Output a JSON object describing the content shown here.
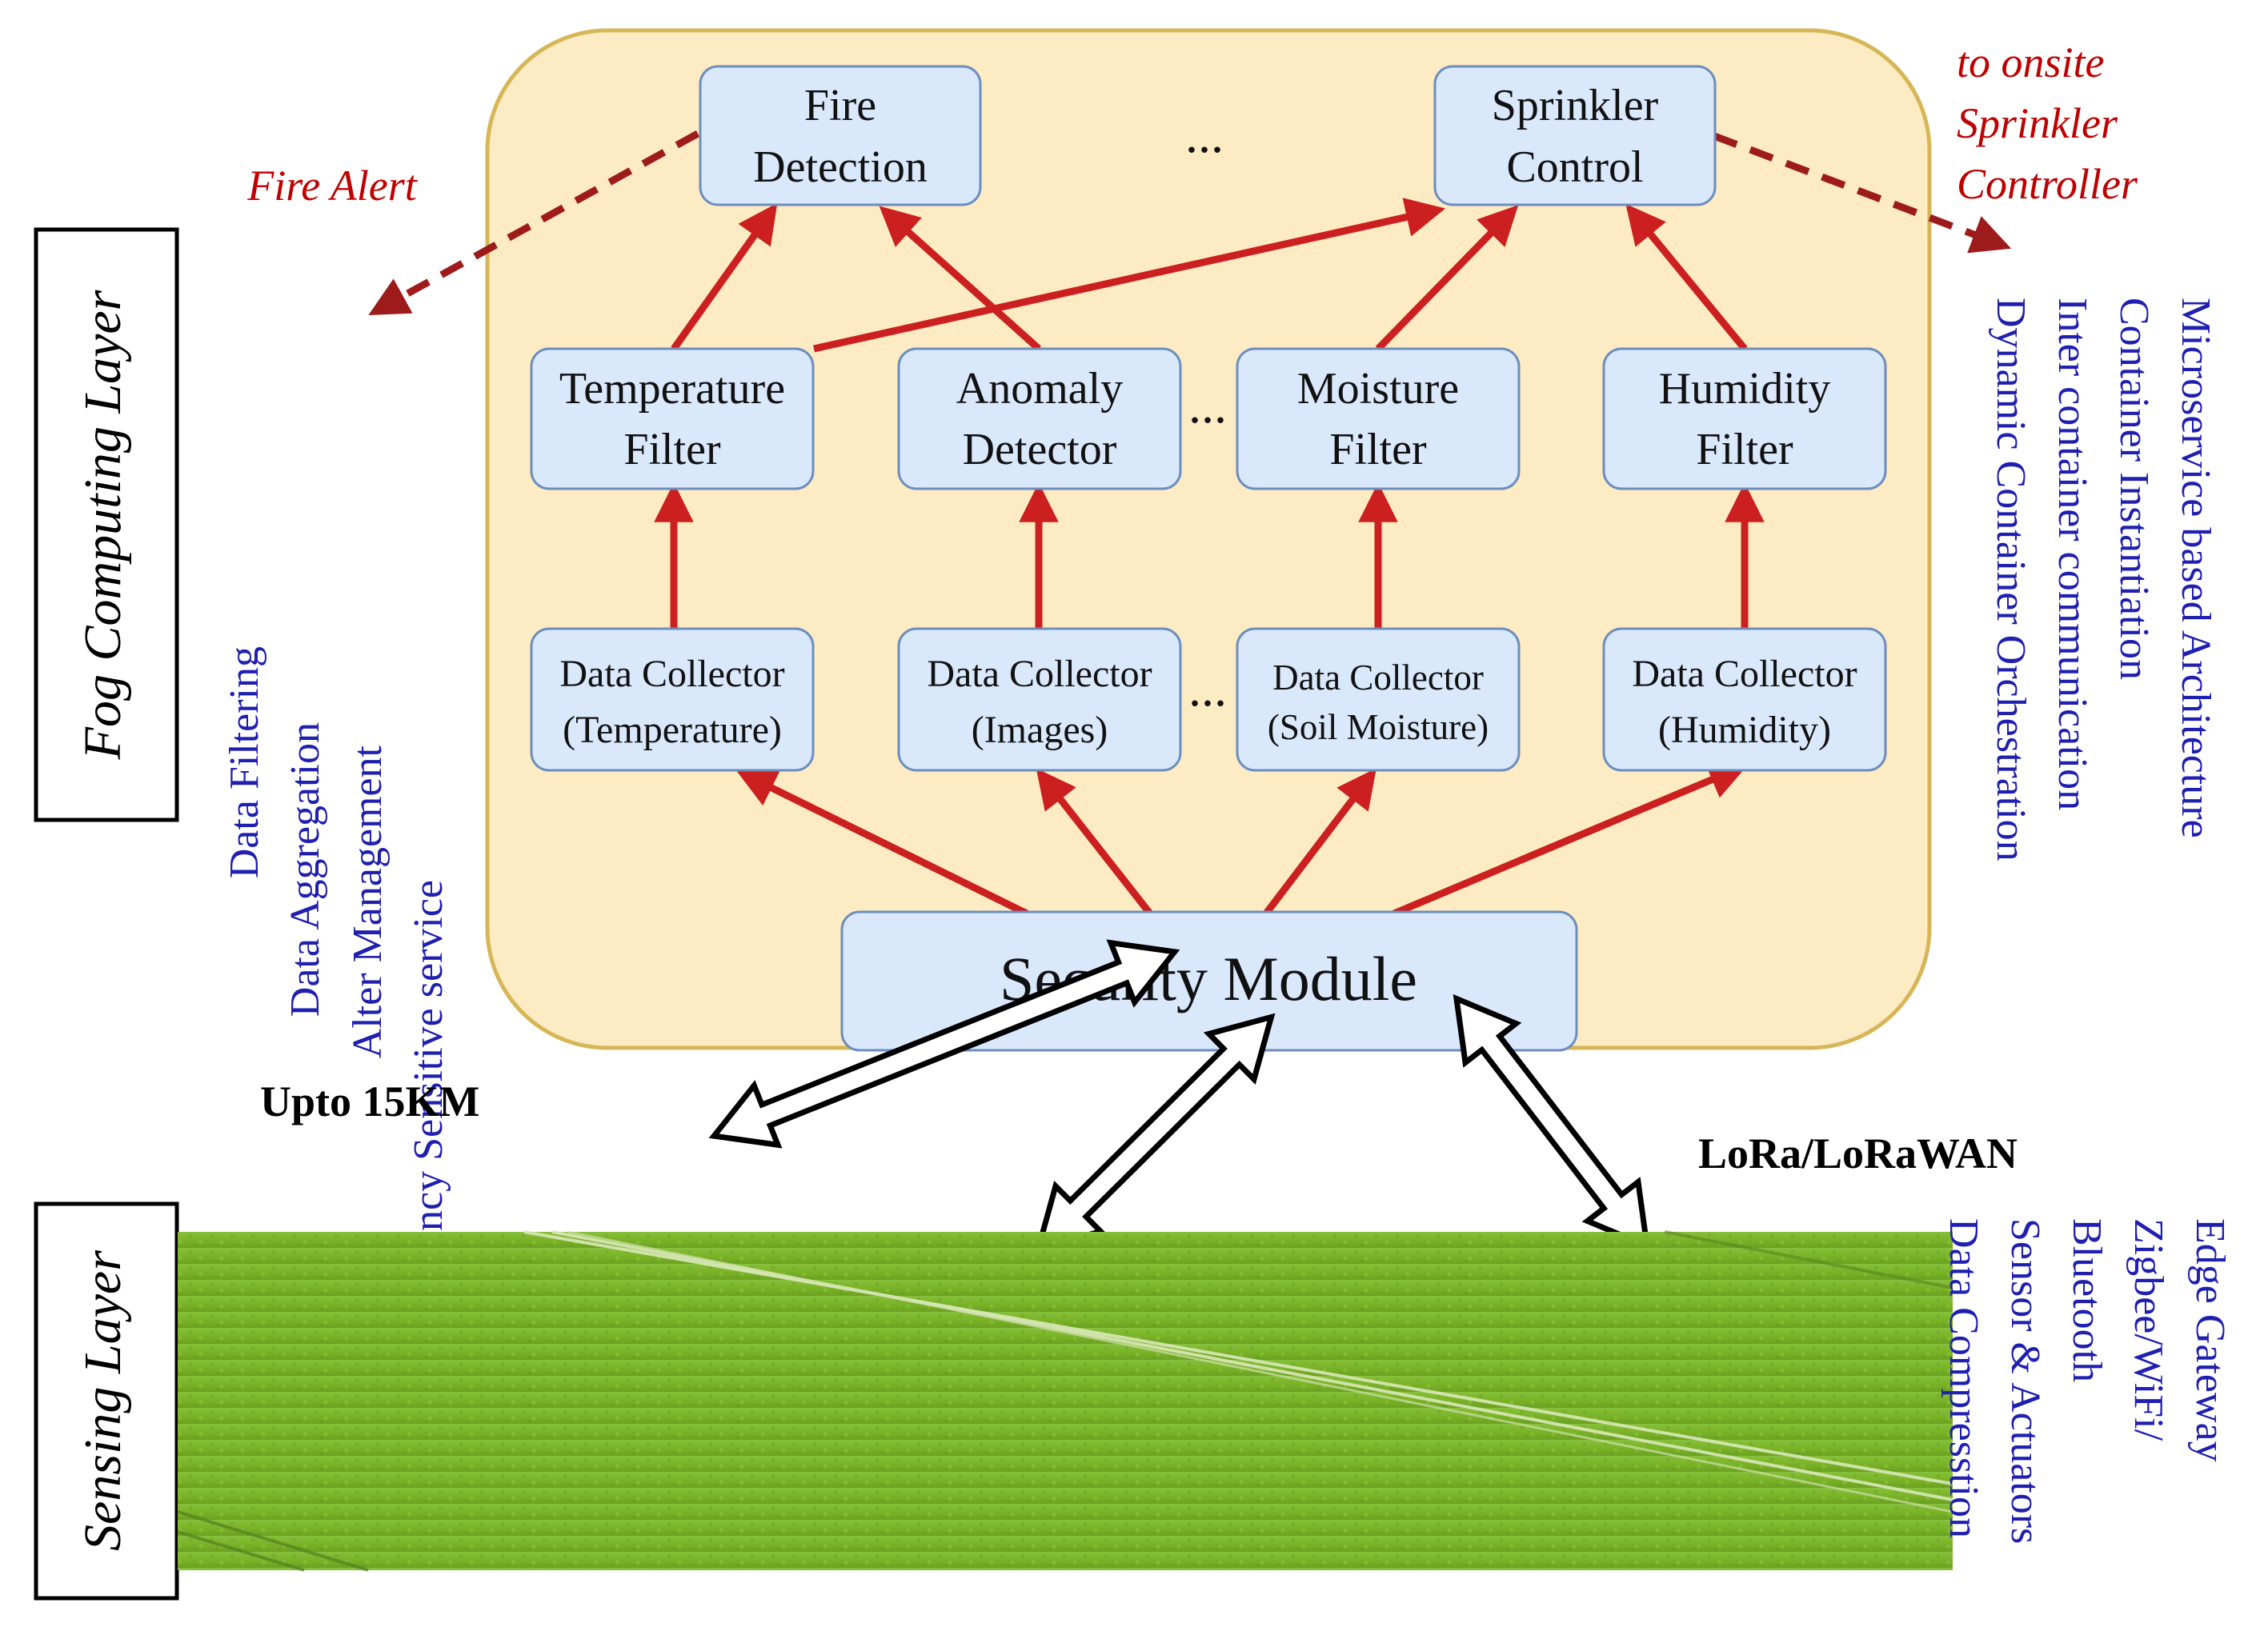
{
  "fog_layer": {
    "label": "Fog Computing Layer",
    "left_features": [
      "Data Filtering",
      "Data Aggregation",
      "Alter Management",
      "Latency Sensitive service"
    ],
    "right_features": [
      "Microservice based Architecture",
      "Container Instantiation",
      "Inter container communication",
      "Dynamic Container Orchestration"
    ]
  },
  "services": {
    "fire_detection": [
      "Fire",
      "Detection"
    ],
    "sprinkler_control": [
      "Sprinkler",
      "Control"
    ],
    "temperature_filter": [
      "Temperature",
      "Filter"
    ],
    "anomaly_detector": [
      "Anomaly",
      "Detector"
    ],
    "moisture_filter": [
      "Moisture",
      "Filter"
    ],
    "humidity_filter": [
      "Humidity",
      "Filter"
    ],
    "collector_temperature": [
      "Data Collector",
      "(Temperature)"
    ],
    "collector_images": [
      "Data Collector",
      "(Images)"
    ],
    "collector_soil": [
      "Data Collector",
      "(Soil Moisture)"
    ],
    "collector_humidity": [
      "Data Collector",
      "(Humidity)"
    ],
    "security_module": "Security Module",
    "ellipsis": "..."
  },
  "alerts": {
    "fire_alert": "Fire Alert",
    "sprinkler_target": [
      "to onsite",
      "Sprinkler",
      "Controller"
    ]
  },
  "links": {
    "range": "Upto 15KM",
    "protocol": "LoRa/LoRaWAN"
  },
  "sensing_layer": {
    "label": "Sensing Layer",
    "features": [
      "Edge Gateway",
      "Zigbee/WiFi/",
      "Bluetooth",
      "Sensor & Actuators",
      "Data Compresstion"
    ]
  },
  "colors": {
    "node_fill": "#dae8fc",
    "node_stroke": "#6c8ebf",
    "fog_fill": "#fdebc3",
    "fog_stroke": "#d6b656",
    "arrow_red": "#cc1f1f",
    "feature_blue": "#1f1fb0",
    "field_green": "#7fb82a"
  }
}
